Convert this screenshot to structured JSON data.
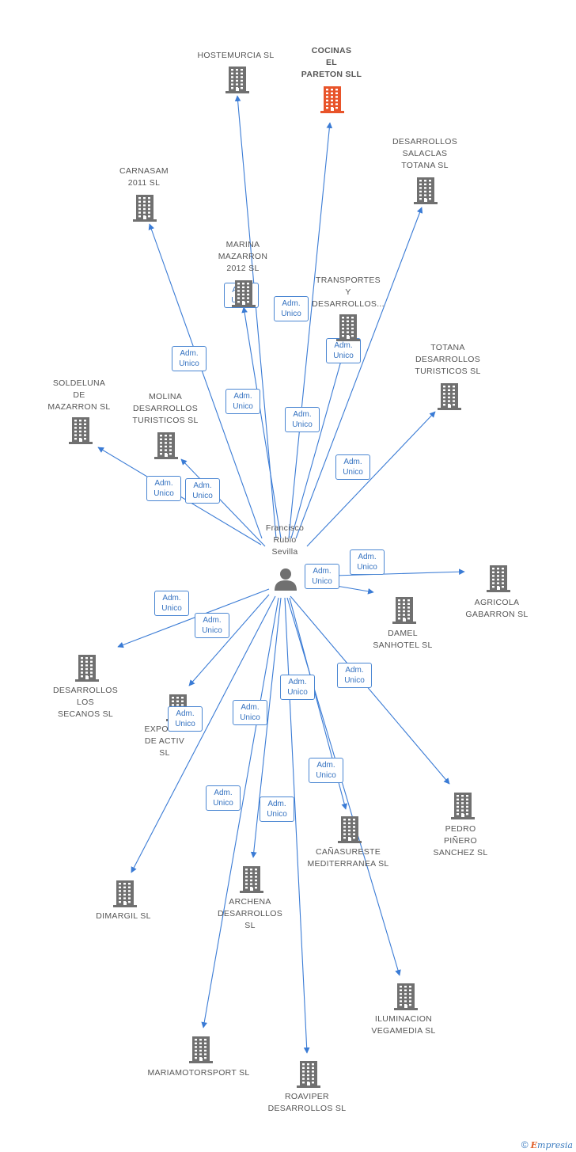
{
  "center": {
    "name_lines": [
      "Francisco",
      "Rubio",
      "Sevilla"
    ],
    "icon": "person-icon"
  },
  "edge_label": [
    "Adm.",
    "Unico"
  ],
  "colors": {
    "edge": "#3a7bd5",
    "building": "#707070",
    "focus_building": "#e8542a",
    "text": "#555555"
  },
  "companies": [
    {
      "id": "hostemurcia",
      "lines": [
        "HOSTEMURCIA SL"
      ],
      "focus": false
    },
    {
      "id": "cocinas",
      "lines": [
        "COCINAS",
        "EL",
        "PARETON SLL"
      ],
      "focus": true
    },
    {
      "id": "salaclas",
      "lines": [
        "DESARROLLOS",
        "SALACLAS",
        "TOTANA  SL"
      ],
      "focus": false
    },
    {
      "id": "carnasam",
      "lines": [
        "CARNASAM",
        "2011 SL"
      ],
      "focus": false
    },
    {
      "id": "marina",
      "lines": [
        "MARINA",
        "MAZARRON",
        "2012 SL"
      ],
      "focus": false
    },
    {
      "id": "transportes",
      "lines": [
        "TRANSPORTES",
        "Y",
        "DESARROLLOS..."
      ],
      "focus": false
    },
    {
      "id": "totana",
      "lines": [
        "TOTANA",
        "DESARROLLOS",
        "TURISTICOS  SL"
      ],
      "focus": false
    },
    {
      "id": "soldeluna",
      "lines": [
        "SOLDELUNA",
        "DE",
        "MAZARRON SL"
      ],
      "focus": false
    },
    {
      "id": "molina",
      "lines": [
        "MOLINA",
        "DESARROLLOS",
        "TURISTICOS SL"
      ],
      "focus": false
    },
    {
      "id": "agricola",
      "lines": [
        "AGRICOLA",
        "GABARRON  SL"
      ],
      "focus": false
    },
    {
      "id": "damel",
      "lines": [
        "DAMEL",
        "SANHOTEL SL"
      ],
      "focus": false
    },
    {
      "id": "secanos",
      "lines": [
        "DESARROLLOS",
        "LOS",
        "SECANOS  SL"
      ],
      "focus": false
    },
    {
      "id": "expolev",
      "lines": [
        "EXPOLEV",
        "DE ACTIV",
        "SL"
      ],
      "focus": false
    },
    {
      "id": "pedro",
      "lines": [
        "PEDRO",
        "PIÑERO",
        "SANCHEZ SL"
      ],
      "focus": false
    },
    {
      "id": "canasureste",
      "lines": [
        "CAÑASURESTE",
        "MEDITERRANEA SL"
      ],
      "focus": false
    },
    {
      "id": "archena",
      "lines": [
        "ARCHENA",
        "DESARROLLOS",
        "SL"
      ],
      "focus": false
    },
    {
      "id": "dimargil",
      "lines": [
        "DIMARGIL SL"
      ],
      "focus": false
    },
    {
      "id": "iluminacion",
      "lines": [
        "ILUMINACION",
        "VEGAMEDIA SL"
      ],
      "focus": false
    },
    {
      "id": "mariamotorsport",
      "lines": [
        "MARIAMOTORSPORT SL"
      ],
      "focus": false
    },
    {
      "id": "roaviper",
      "lines": [
        "ROAVIPER",
        "DESARROLLOS SL"
      ],
      "focus": false
    }
  ],
  "copyright": {
    "symbol": "©",
    "brand_initial": "E",
    "brand_rest": "mpresia"
  }
}
